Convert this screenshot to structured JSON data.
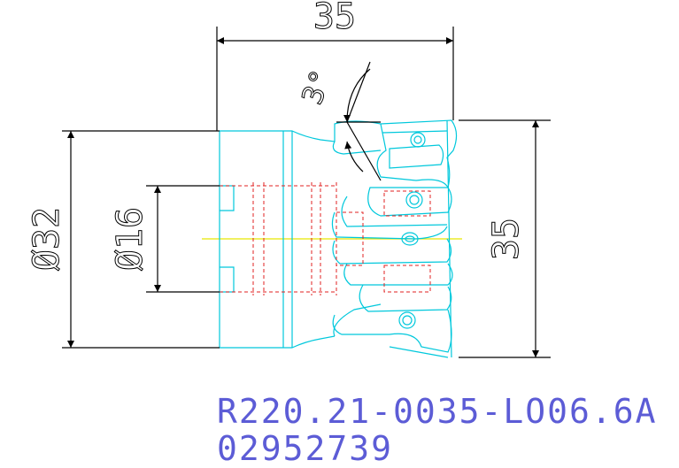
{
  "dimensions": {
    "top_width": "35",
    "angle": "3°",
    "outer_diameter": "Ø32",
    "bore_diameter": "Ø16",
    "right_height": "35"
  },
  "part": {
    "designation": "R220.21-0035-LO06.6A",
    "article_number": "02952739"
  },
  "colors": {
    "body": "#00c8dc",
    "hidden_lines": "#e02020",
    "center_line": "#e6e600",
    "dimension": "#000000",
    "caption": "#5c5cd6"
  }
}
